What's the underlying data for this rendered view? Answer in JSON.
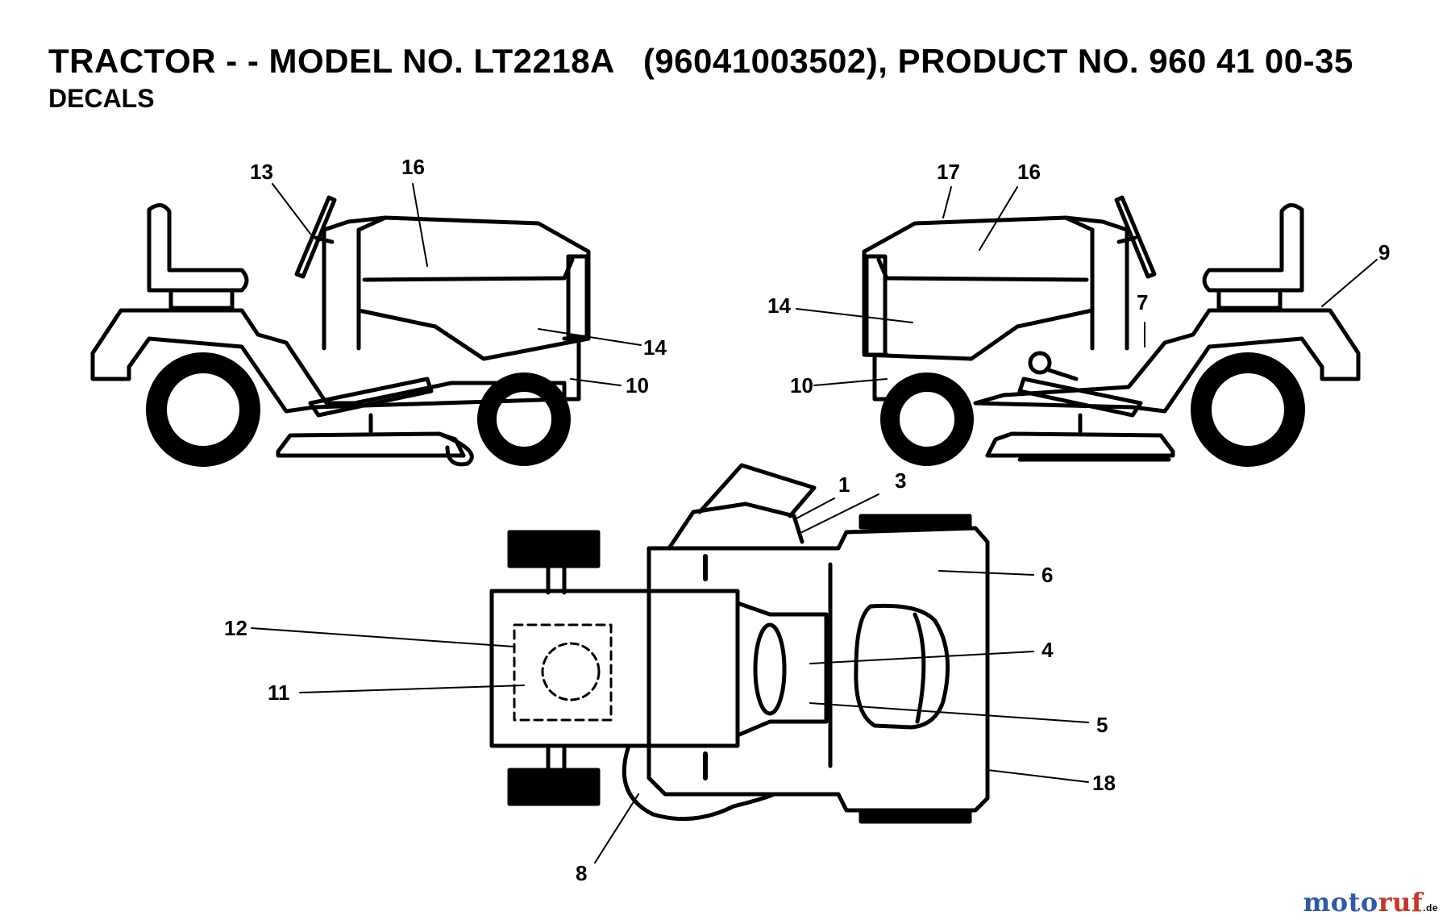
{
  "header": {
    "title": "TRACTOR - - MODEL NO. LT2218A   (96041003502), PRODUCT NO. 960 41 00-35",
    "subtitle": "DECALS"
  },
  "callouts": {
    "left_13": "13",
    "left_16": "16",
    "left_14": "14",
    "left_10": "10",
    "right_17": "17",
    "right_16": "16",
    "right_9": "9",
    "right_7": "7",
    "right_14": "14",
    "right_10": "10",
    "top_1": "1",
    "top_3": "3",
    "top_6": "6",
    "top_4": "4",
    "top_5": "5",
    "top_18": "18",
    "top_12": "12",
    "top_11": "11",
    "top_8": "8"
  },
  "watermark": {
    "brand_a": "moto",
    "brand_b": "ruf",
    "tld": ".de",
    "colors": {
      "moto": "#2f5aa8",
      "ruf": "#c0392b"
    }
  }
}
